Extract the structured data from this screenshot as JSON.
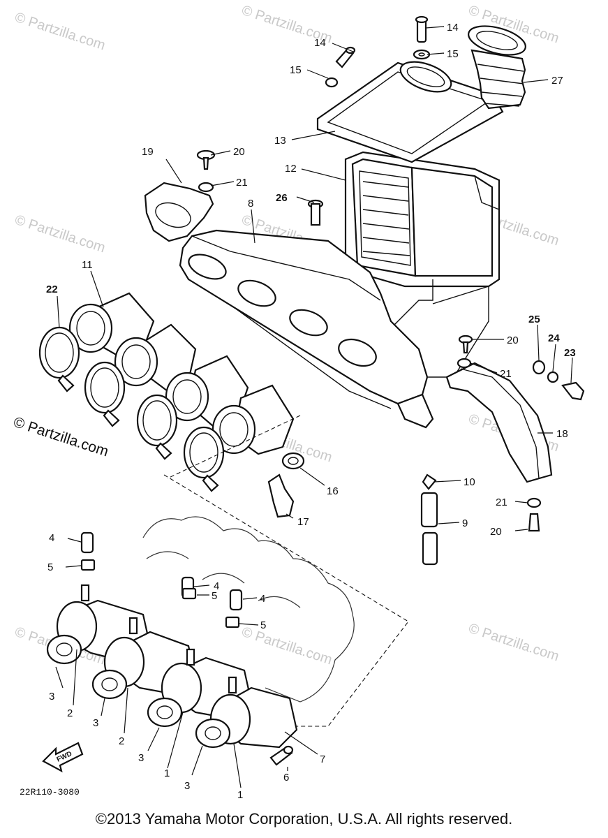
{
  "watermarks": {
    "tiled": "© Partzilla.com",
    "side": "© Partzilla.com"
  },
  "diagram_code": "22R110-3080",
  "fwd_label": "FWD",
  "copyright": "©2013 Yamaha Motor Corporation, U.S.A. All rights reserved.",
  "callouts": {
    "c1a": "1",
    "c1b": "1",
    "c2a": "2",
    "c2b": "2",
    "c3a": "3",
    "c3b": "3",
    "c3c": "3",
    "c3d": "3",
    "c4a": "4",
    "c4b": "4",
    "c4c": "4",
    "c5a": "5",
    "c5b": "5",
    "c5c": "5",
    "c6": "6",
    "c7": "7",
    "c8": "8",
    "c9": "9",
    "c10": "10",
    "c11": "11",
    "c12": "12",
    "c13": "13",
    "c14a": "14",
    "c14b": "14",
    "c15a": "15",
    "c15b": "15",
    "c16": "16",
    "c17": "17",
    "c18": "18",
    "c19": "19",
    "c20a": "20",
    "c20b": "20",
    "c20c": "20",
    "c21a": "21",
    "c21b": "21",
    "c21c": "21",
    "c22": "22",
    "c23": "23",
    "c24": "24",
    "c25": "25",
    "c26": "26",
    "c27": "27"
  }
}
